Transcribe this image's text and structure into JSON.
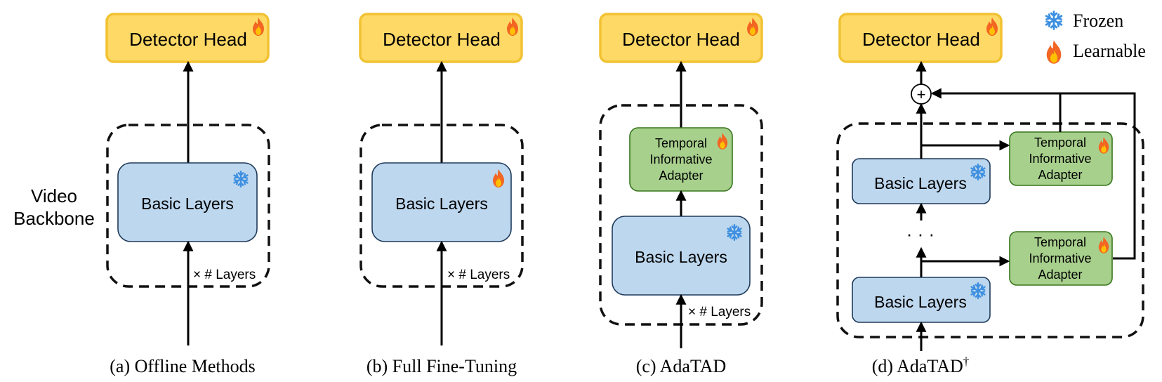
{
  "legend": {
    "frozen_label": "Frozen",
    "learnable_label": "Learnable",
    "frozen_icon": "snowflake-icon",
    "learnable_icon": "flame-icon"
  },
  "side_label": {
    "line1": "Video",
    "line2": "Backbone"
  },
  "panels": [
    {
      "caption": "(a) Offline Methods",
      "head": "Detector Head",
      "basic": "Basic Layers",
      "repeat": "× # Layers"
    },
    {
      "caption": "(b) Full Fine-Tuning",
      "head": "Detector Head",
      "basic": "Basic Layers",
      "repeat": "× # Layers"
    },
    {
      "caption": "(c) AdaTAD",
      "head": "Detector Head",
      "basic": "Basic Layers",
      "repeat": "× # Layers",
      "adapter": [
        "Temporal",
        "Informative",
        "Adapter"
      ]
    },
    {
      "caption": "(d) AdaTAD",
      "caption_sup": "†",
      "head": "Detector Head",
      "basic": "Basic Layers",
      "basic2": "Basic Layers",
      "dots": "· · ·",
      "plus": "+",
      "adapter": [
        "Temporal",
        "Informative",
        "Adapter"
      ],
      "adapter2": [
        "Temporal",
        "Informative",
        "Adapter"
      ]
    }
  ],
  "colors": {
    "head_fill": "#ffd966",
    "basic_fill": "#bdd7ee",
    "adapter_fill": "#a8d08d",
    "snowflake": "#3d8fe0",
    "flame": "#f26522"
  }
}
